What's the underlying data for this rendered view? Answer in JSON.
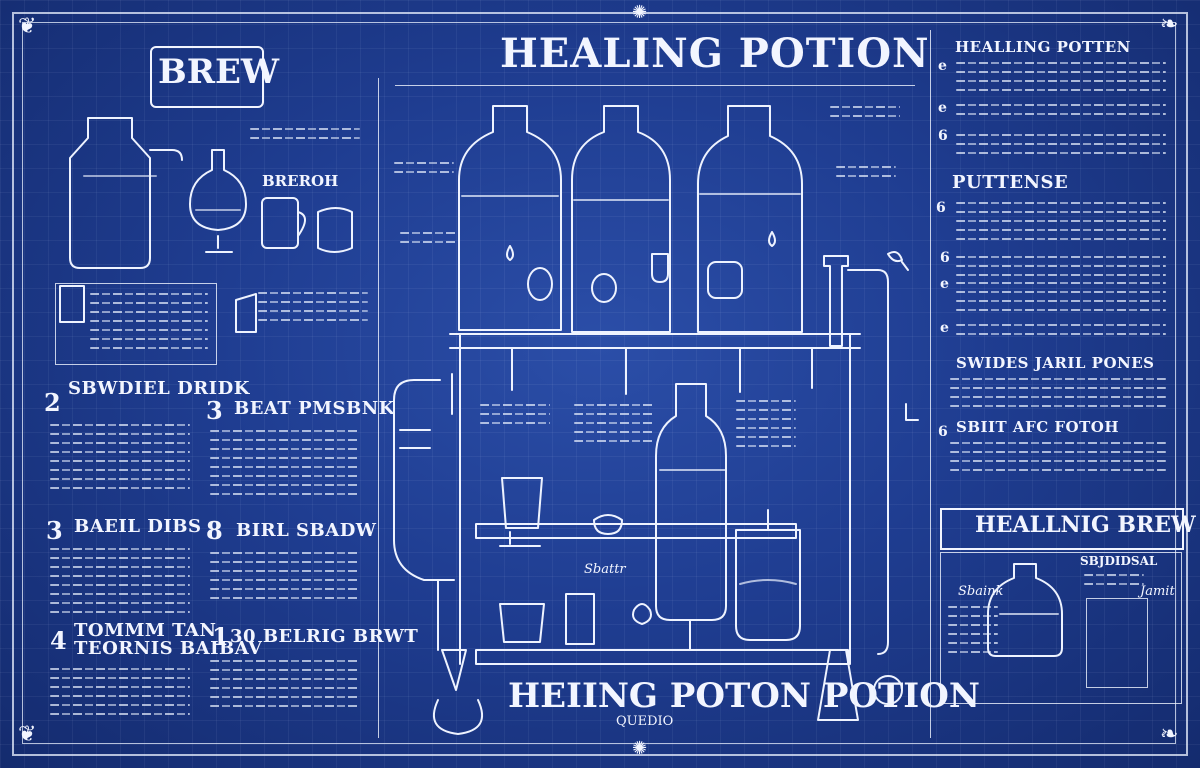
{
  "header": {
    "title": "HEALING POTION",
    "brew_banner": "BREW"
  },
  "left_column": {
    "sections": [
      {
        "number": "2",
        "title": "SBWDIEL DRIDK"
      },
      {
        "number": "3",
        "title": "BAEIL DIBS"
      },
      {
        "number": "4",
        "title": "TOMMM TAN\nTEORNIS BAIBAV"
      }
    ]
  },
  "middle_column": {
    "sections": [
      {
        "number": "3",
        "title": "BEAT PMSBNK"
      },
      {
        "number": "8",
        "title": "BIRL SBADW"
      },
      {
        "number": "1",
        "title": "30 BELRIG BRWT"
      }
    ]
  },
  "right_column": {
    "title": "HEALLING POTTEN",
    "headings": [
      "PUTTENSE",
      "SWIDES JARIL PONES",
      "SBIIT AFC FOTOH"
    ],
    "markers": [
      "e",
      "e",
      "6",
      "6",
      "6",
      "e",
      "e",
      "6"
    ]
  },
  "diagram": {
    "labels": {
      "brewer": "BREROH",
      "bottom_title": "HEIING POTON POTION",
      "subtitle": "QUEDIO",
      "sbattr": "Sbattr"
    }
  },
  "healing_brew_panel": {
    "title": "HEALLNIG BREW",
    "label_left": "Sbaink",
    "label_mid": "SBJDIDSAL",
    "label_right": "Jamit"
  },
  "colors": {
    "paper": "#1f3d91",
    "ink": "#f2f5ff"
  }
}
